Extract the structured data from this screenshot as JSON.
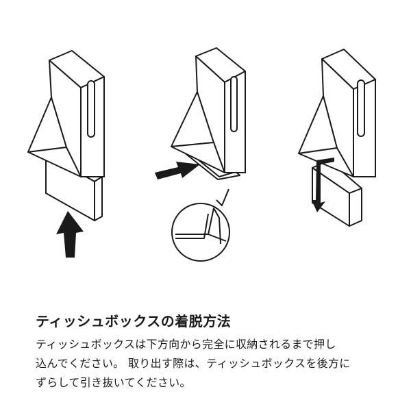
{
  "title": "ティッシュボックスの着脱方法",
  "body_lines": [
    "ティッシュボックスは下方向から完全に収納されるまで押し",
    "込んでください。 取り出す際は、ティッシュボックスを後方に",
    "ずらして引き抜いてください。"
  ],
  "colors": {
    "stroke": "#1a1a1a",
    "fill": "#ffffff",
    "arrow": "#1a1a1a"
  },
  "icons": [
    "arrow-up-icon",
    "arrow-right-icon",
    "arrow-down-icon",
    "zoom-detail-circle"
  ]
}
